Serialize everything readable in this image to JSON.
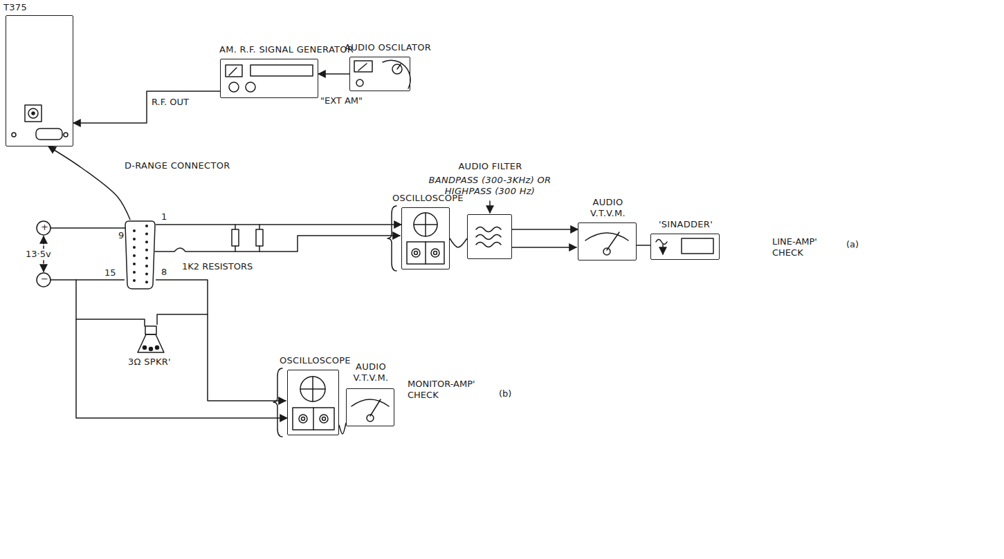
{
  "diagram": {
    "nodes": [
      {
        "text": [
          "T375"
        ]
      },
      {
        "text": [
          "AM. R.F. SIGNAL GENERATOR"
        ]
      },
      {
        "text": [
          "AUDIO OSCILATOR"
        ]
      },
      {
        "text": [
          "D-RANGE CONNECTOR"
        ]
      },
      {
        "text": [
          "OSCILLOSCOPE"
        ]
      },
      {
        "text": [
          "AUDIO FILTER",
          "BANDPASS (300-3KHz) OR HIGHPASS (300 Hz)"
        ]
      },
      {
        "text": [
          "AUDIO V.T.V.M."
        ]
      },
      {
        "text": [
          "'SINADDER'"
        ]
      },
      {
        "text": [
          "3Ω SPKR'"
        ]
      },
      {
        "text": [
          "OSCILLOSCOPE"
        ]
      },
      {
        "text": [
          "AUDIO V.T.V.M."
        ]
      }
    ],
    "edges": [
      {
        "from": 2,
        "to": 1,
        "arrow": "to",
        "label": "\"EXT AM\""
      },
      {
        "from": 1,
        "to": 0,
        "arrow": "to",
        "label": "R.F. OUT"
      },
      {
        "from": 3,
        "to": 0,
        "arrow": "to"
      },
      {
        "from": 3,
        "to": 4,
        "arrow": "to"
      },
      {
        "from": 4,
        "to": 5,
        "arrow": "none"
      },
      {
        "from": 5,
        "to": 6,
        "arrow": "to"
      },
      {
        "from": 6,
        "to": 7,
        "arrow": "none"
      },
      {
        "from": 3,
        "to": 8,
        "arrow": "none"
      },
      {
        "from": 3,
        "to": 9,
        "arrow": "to"
      },
      {
        "from": 9,
        "to": 10,
        "arrow": "none"
      }
    ],
    "labels": [
      "+",
      "−",
      "13·5v",
      "9",
      "1",
      "15",
      "8",
      "1K2 RESISTORS",
      "LINE-AMP' CHECK",
      "(a)",
      "MONITOR-AMP' CHECK",
      "(b)"
    ]
  }
}
